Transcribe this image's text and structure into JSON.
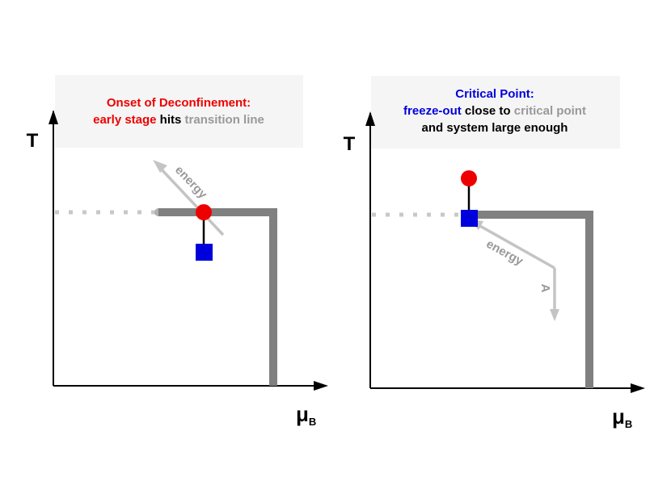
{
  "colors": {
    "red": "#ee0000",
    "blue": "#0000dd",
    "gray_text": "#999999",
    "black": "#000000",
    "transition_line": "#808080",
    "arrow_gray": "#c4c4c4",
    "box_bg": "#f5f5f5"
  },
  "panels": [
    {
      "id": "deconfinement",
      "box": {
        "line1": [
          {
            "text": "Onset of Deconfinement:",
            "color": "red"
          }
        ],
        "line2": [
          {
            "text": "early stage",
            "color": "red"
          },
          {
            "text": " hits ",
            "color": "black"
          },
          {
            "text": "transition line",
            "color": "gray_text"
          }
        ]
      },
      "y_axis_label": "T",
      "x_axis_label_main": "μ",
      "x_axis_label_sub": "B",
      "arrows": [
        {
          "label": "energy"
        }
      ]
    },
    {
      "id": "critical-point",
      "box": {
        "line1": [
          {
            "text": "Critical Point:",
            "color": "blue"
          }
        ],
        "line2": [
          {
            "text": "freeze-out",
            "color": "blue"
          },
          {
            "text": " close to ",
            "color": "black"
          },
          {
            "text": "critical point",
            "color": "gray_text"
          }
        ],
        "line3": [
          {
            "text": "and system large enough",
            "color": "black"
          }
        ]
      },
      "y_axis_label": "T",
      "x_axis_label_main": "μ",
      "x_axis_label_sub": "B",
      "arrows": [
        {
          "label": "energy"
        },
        {
          "label": "A"
        }
      ]
    }
  ]
}
